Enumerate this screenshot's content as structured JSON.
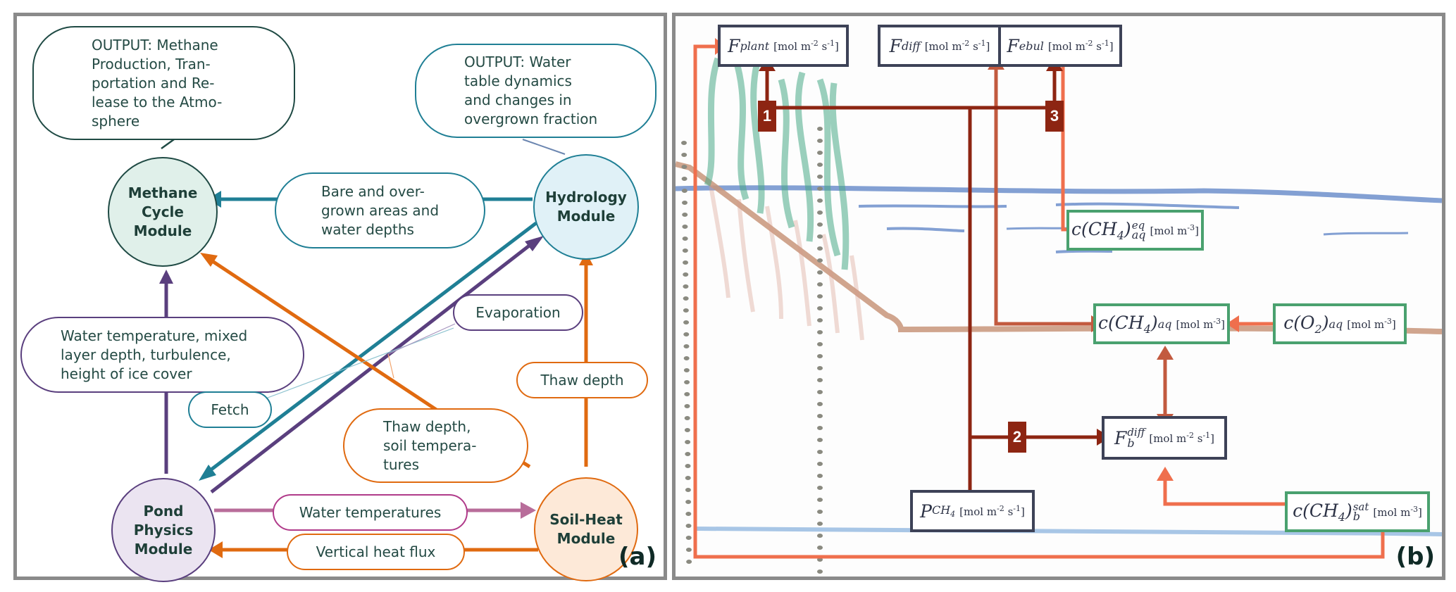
{
  "panel_a": {
    "tag": "(a)",
    "modules": {
      "methane": "Methane\nCycle\nModule",
      "hydrology": "Hydrology\nModule",
      "pond": "Pond\nPhysics\nModule",
      "soil": "Soil-Heat\nModule"
    },
    "labels": {
      "output_methane": "OUTPUT: Methane\nProduction, Tran-\nportation and Re-\nlease to the Atmo-\nsphere",
      "output_water": "OUTPUT: Water\ntable dynamics\nand changes in\novergrown fraction",
      "bare_areas": "Bare and over-\ngrown areas and\nwater depths",
      "water_temp": "Water temperature, mixed\nlayer depth, turbulence,\nheight of ice cover",
      "evaporation": "Evaporation",
      "fetch": "Fetch",
      "thaw_depth": "Thaw depth",
      "thaw_soil": "Thaw depth,\nsoil tempera-\ntures",
      "water_temps": "Water temperatures",
      "heat_flux": "Vertical heat flux"
    },
    "colors": {
      "methane": "#1f4a44",
      "hydrology": "#1f7f95",
      "pond": "#5a3f7e",
      "soil": "#e06a10",
      "pink": "#b86d9a"
    }
  },
  "panel_b": {
    "tag": "(b)",
    "unit_flux": "[mol m",
    "unit_flux_exp1": "-2",
    "unit_flux_mid": " s",
    "unit_flux_exp2": "-1",
    "unit_flux_end": "]",
    "unit_conc": "[mol m",
    "unit_conc_exp": "-3",
    "unit_conc_end": "]",
    "boxes": {
      "f_plant": {
        "sym": "F",
        "sub": "plant"
      },
      "f_diff": {
        "sym": "F",
        "sub": "diff"
      },
      "f_ebul": {
        "sym": "F",
        "sub": "ebul"
      },
      "c_ch4_eq": {
        "sym": "c(CH",
        "sub4": "4",
        "close": ")",
        "sup": "eq",
        "sub": "aq"
      },
      "c_ch4_aq": {
        "sym": "c(CH",
        "sub4": "4",
        "close": ")",
        "sub": "aq"
      },
      "c_o2_aq": {
        "sym": "c(O",
        "sub2": "2",
        "close": ")",
        "sub": "aq"
      },
      "f_b_diff": {
        "sym": "F",
        "sup": "diff",
        "sub": "b"
      },
      "p_ch4": {
        "sym": "P",
        "sub": "CH",
        "sub4": "4"
      },
      "c_ch4_sat": {
        "sym": "c(CH",
        "sub4": "4",
        "close": ")",
        "sup": "sat",
        "sub": "b"
      }
    },
    "badges": [
      "1",
      "2",
      "3"
    ],
    "colors": {
      "dark_red": "#8d2512",
      "mid_red": "#c25a3f",
      "salmon": "#ef6f4d",
      "box_dark": "#3d4257",
      "box_green": "#4aa16f"
    }
  }
}
